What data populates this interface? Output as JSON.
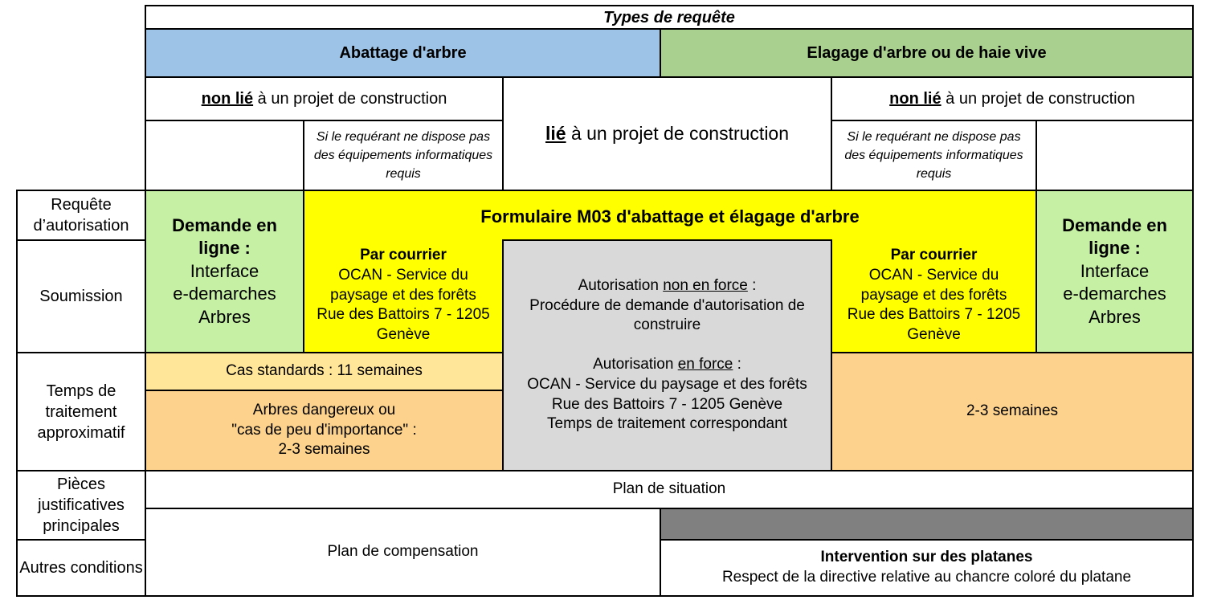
{
  "header": {
    "title": "Types de requête",
    "abattage": "Abattage d'arbre",
    "elagage": "Elagage d'arbre ou de haie vive"
  },
  "sub": {
    "non_lie": "non lié",
    "projet_suffix": " à un projet de construction",
    "lie": "lié",
    "no_equipment_left": "Si le requérant ne dispose pas des équipements informatiques requis",
    "no_equipment_right": "Si le requérant ne dispose pas des équipements informatiques requis"
  },
  "rows": {
    "requete": "Requête d’autorisation",
    "soumission": "Soumission",
    "temps": "Temps de traitement approximatif",
    "pieces": "Pièces justificatives principales",
    "autres": "Autres conditions"
  },
  "online": {
    "title": "Demande en ligne :",
    "line1": "Interface",
    "line2": "e-demarches",
    "line3": "Arbres"
  },
  "formulaire": "Formulaire M03 d'abattage et élagage d'arbre",
  "courrier": {
    "title": "Par courrier",
    "line1": "OCAN - Service du paysage et des forêts",
    "line2": "Rue des Battoirs 7 - 1205 Genève"
  },
  "grey_box": {
    "p1_prefix": "Autorisation ",
    "p1_underlined": "non en force",
    "p1_suffix": " :",
    "p1_text": "Procédure de demande d'autorisation de construire",
    "p2_prefix": "Autorisation ",
    "p2_underlined": "en force",
    "p2_suffix": " :",
    "p2_line1": "OCAN - Service du paysage et des forêts",
    "p2_line2": "Rue des Battoirs 7 - 1205 Genève",
    "p2_line3": "Temps de traitement correspondant"
  },
  "timing": {
    "standard": "Cas standards : 11 semaines",
    "dangerous_line1": "Arbres dangereux ou",
    "dangerous_line2": "\"cas de peu d'importance\" :",
    "dangerous_line3": "2-3 semaines",
    "right": "2-3 semaines"
  },
  "pieces": {
    "plan_situation": "Plan de situation",
    "plan_compensation": "Plan de compensation"
  },
  "platanes": {
    "title": "Intervention sur des platanes",
    "text": "Respect de la directive relative au chancre coloré du platane"
  },
  "colors": {
    "blue_header": "#9dc3e6",
    "green_header": "#a9d08e",
    "online_green": "#c6f0a4",
    "formulaire_yellow": "#ffff00",
    "grey_box": "#d9d9d9",
    "standard_yellow": "#ffe699",
    "orange": "#fcd28c",
    "dark_grey": "#808080"
  }
}
